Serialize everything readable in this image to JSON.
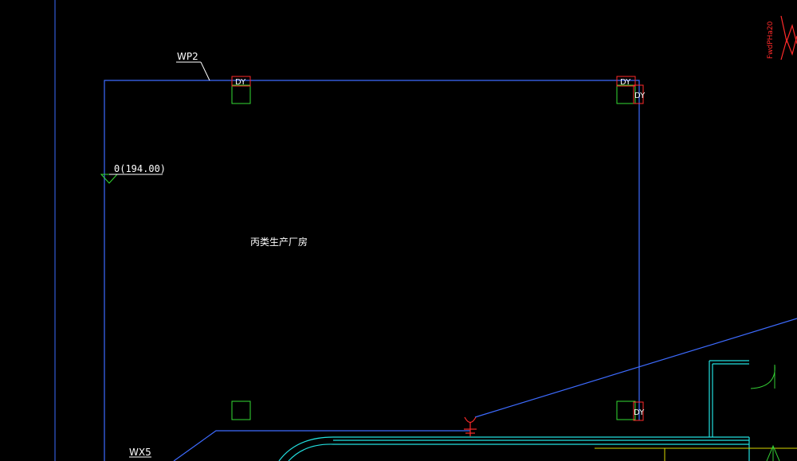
{
  "drawing": {
    "background_color": "#000000",
    "colors": {
      "wire": "#3d6bff",
      "pile": "#33dd33",
      "dy_box": "#ff2a2a",
      "text": "#ffffff",
      "cyan": "#22e0e0",
      "yellow": "#d8d800",
      "green_arc": "#33cc33"
    },
    "labels": {
      "wp2": "WP2",
      "wx5": "WX5",
      "elevation": "0(194.00)",
      "room": "丙类生产厂房",
      "corner_label": "FwdPHa20",
      "dy": "DY"
    },
    "symbols": {
      "pile": "square-icon",
      "ground_rod": "ground-rod-icon",
      "elevation_mark": "triangle-down-icon",
      "door_swing": "door-arc-icon"
    }
  }
}
